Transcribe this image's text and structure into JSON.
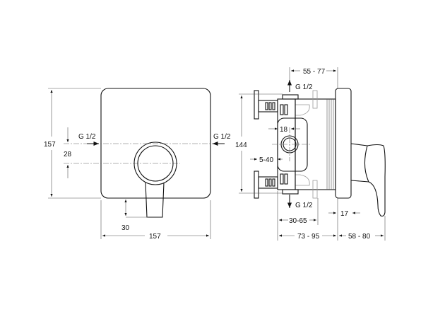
{
  "front_view": {
    "height_label": "157",
    "width_label": "157",
    "inlet_left_label": "G 1/2",
    "inlet_right_label": "G 1/2",
    "offset_label": "28",
    "lever_drop_label": "30"
  },
  "side_view": {
    "height_label": "144",
    "depth_top_label": "55 - 77",
    "top_connection_label": "G 1/2",
    "bottom_connection_label": "G 1/2",
    "bore_label": "18",
    "adjust_label": "5-40",
    "plate_label": "17",
    "body_depth_label": "30-65",
    "install_depth_label": "73 - 95",
    "handle_depth_label": "58 - 80"
  }
}
